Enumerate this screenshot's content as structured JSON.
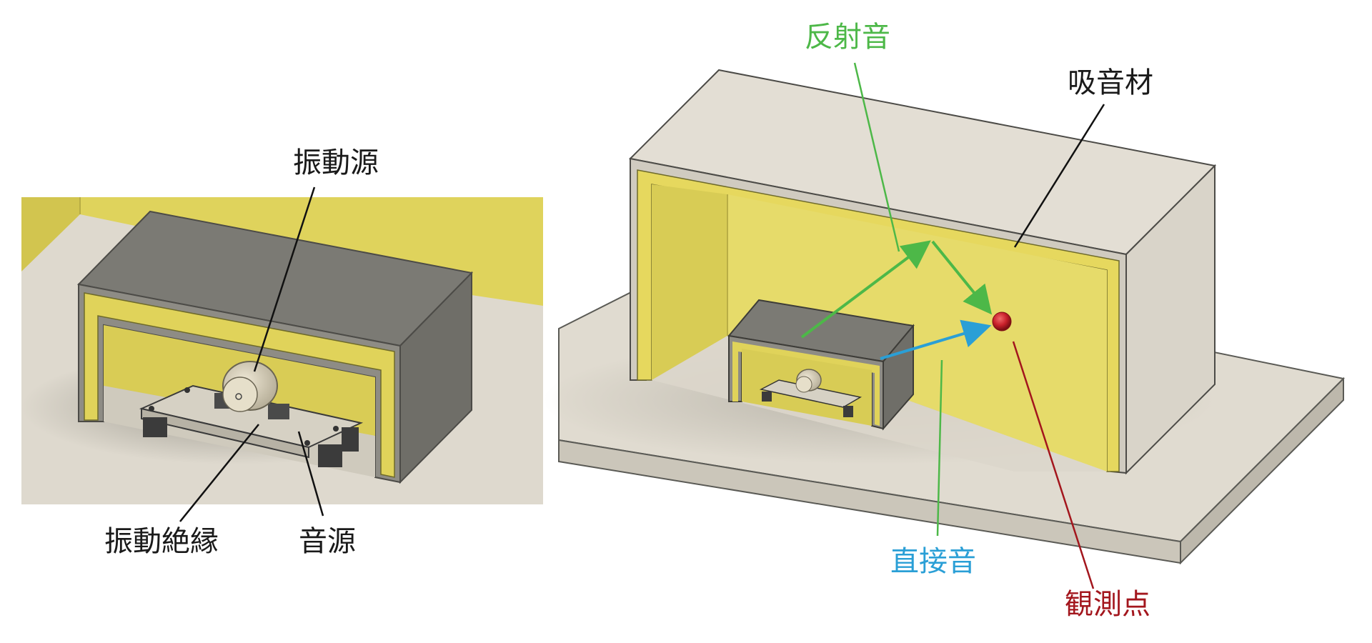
{
  "left_panel": {
    "labels": {
      "vibration_source": "振動源",
      "vibration_isolation": "振動絶縁",
      "sound_source": "音源"
    }
  },
  "right_panel": {
    "labels": {
      "reflected_sound": "反射音",
      "absorber": "吸音材",
      "direct_sound": "直接音",
      "observation_point": "観測点"
    }
  },
  "colors": {
    "absorber_yellow": "#e0d35a",
    "enclosure_dark": "#7b7a74",
    "enclosure_light": "#e2ddd3",
    "floor": "#d8d4c8",
    "reflected_green": "#4db848",
    "direct_blue": "#2a9fd6",
    "observation_red": "#c8202a"
  }
}
